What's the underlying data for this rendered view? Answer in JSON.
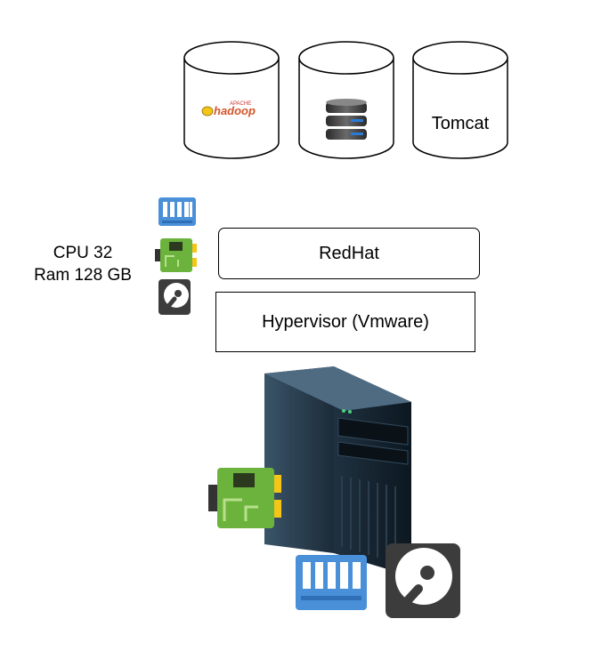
{
  "databases": [
    {
      "kind": "logo",
      "logo_top": "APACHE",
      "logo_main": "hadoop"
    },
    {
      "kind": "icon",
      "icon": "database-icon"
    },
    {
      "kind": "text",
      "label": "Tomcat"
    }
  ],
  "specs": {
    "cpu": "CPU 32",
    "ram": "Ram 128 GB"
  },
  "layers": {
    "os": "RedHat",
    "hypervisor": "Hypervisor (Vmware)"
  },
  "icons": {
    "memory": "memory-icon",
    "board": "circuit-board-icon",
    "disk": "hard-disk-icon",
    "server": "server-tower-icon"
  },
  "colors": {
    "memory": "#4a90d9",
    "board": "#6cb33e",
    "board_connector": "#f5c518",
    "disk_bg": "#3c3c3c"
  }
}
